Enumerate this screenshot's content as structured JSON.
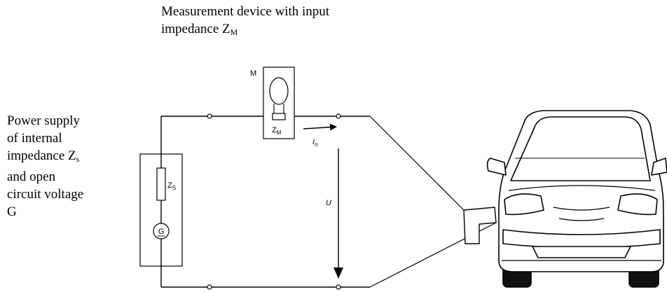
{
  "captions": {
    "device_line1": "Measurement device with input",
    "device_line2_prefix": "impedance Z",
    "device_line2_sub": "M",
    "supply_line1": "Power supply",
    "supply_line2": "of internal",
    "supply_line3_prefix": "impedance Z",
    "supply_line3_sub": "s",
    "supply_line4": "and open",
    "supply_line5": "circuit voltage",
    "supply_line6": "G"
  },
  "circuit_labels": {
    "meter": "M",
    "zm": "Z",
    "zm_sub": "M",
    "zs": "Z",
    "zs_sub": "S",
    "generator": "G",
    "current": "I",
    "current_sub": "n",
    "voltage": "U"
  }
}
